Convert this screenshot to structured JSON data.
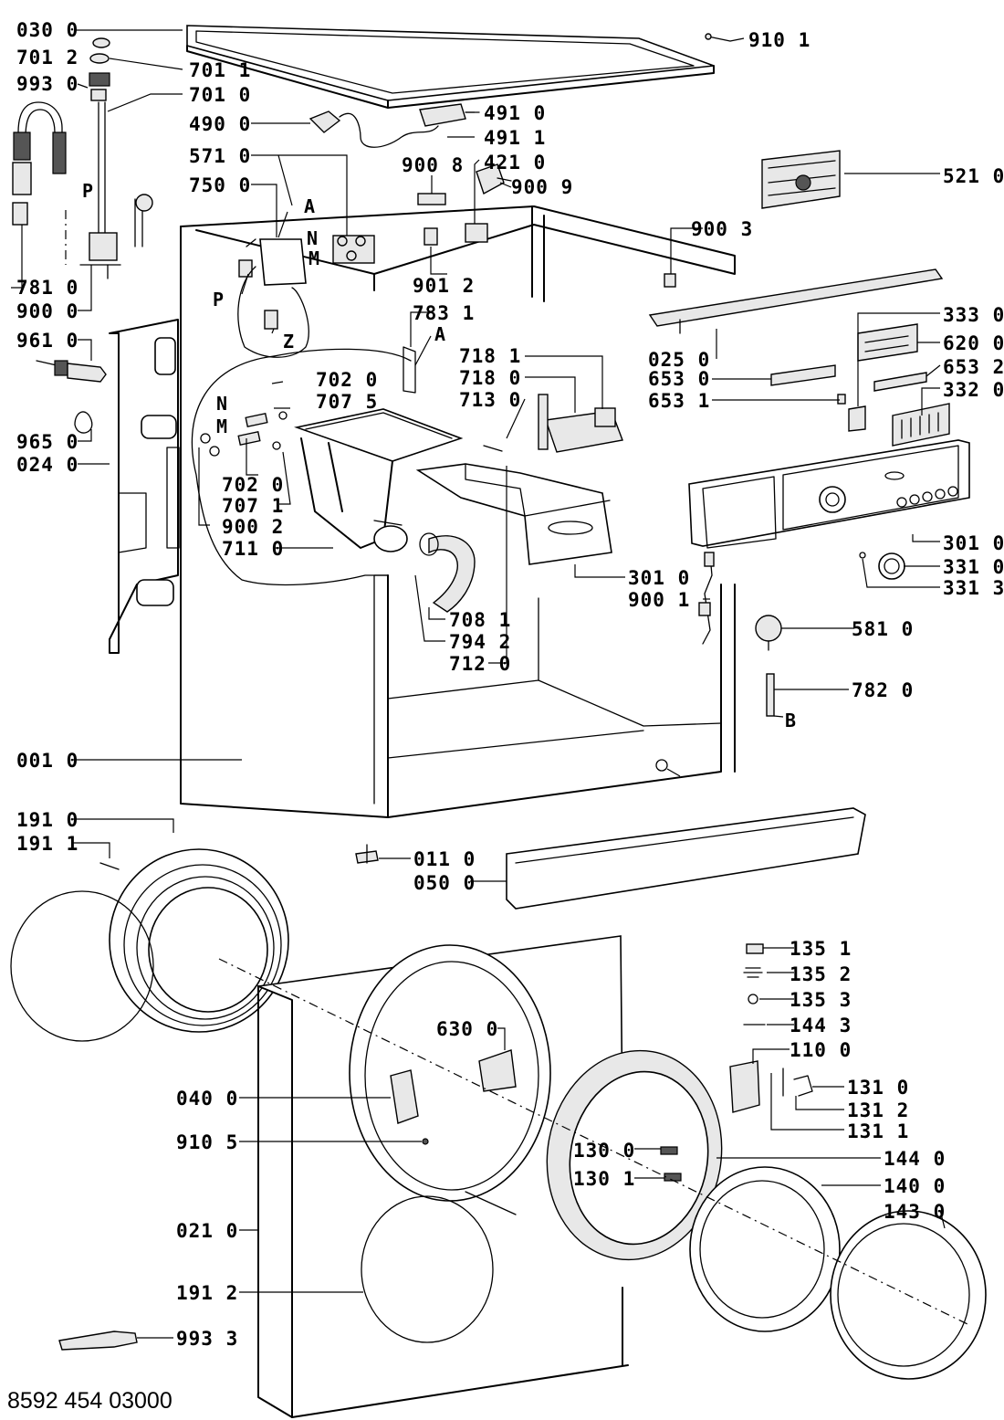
{
  "drawing_code": "8592 454 03000",
  "labels": [
    {
      "id": "l0300",
      "text": "030 0"
    },
    {
      "id": "l7012",
      "text": "701 2"
    },
    {
      "id": "l9930",
      "text": "993 0"
    },
    {
      "id": "l7011",
      "text": "701 1"
    },
    {
      "id": "l7010",
      "text": "701 0"
    },
    {
      "id": "l4900",
      "text": "490 0"
    },
    {
      "id": "l5710",
      "text": "571 0"
    },
    {
      "id": "l7500",
      "text": "750 0"
    },
    {
      "id": "l7810",
      "text": "781 0"
    },
    {
      "id": "l9000",
      "text": "900 0"
    },
    {
      "id": "l9610",
      "text": "961 0"
    },
    {
      "id": "l9650",
      "text": "965 0"
    },
    {
      "id": "l0240",
      "text": "024 0"
    },
    {
      "id": "l7020a",
      "text": "702 0"
    },
    {
      "id": "l7075",
      "text": "707 5"
    },
    {
      "id": "l7020b",
      "text": "702 0"
    },
    {
      "id": "l7071",
      "text": "707 1"
    },
    {
      "id": "l9002",
      "text": "900 2"
    },
    {
      "id": "l7110",
      "text": "711 0"
    },
    {
      "id": "l0010",
      "text": "001 0"
    },
    {
      "id": "l9101",
      "text": "910 1"
    },
    {
      "id": "l4910",
      "text": "491 0"
    },
    {
      "id": "l4911",
      "text": "491 1"
    },
    {
      "id": "l9008",
      "text": "900 8"
    },
    {
      "id": "l4210",
      "text": "421 0"
    },
    {
      "id": "l9009",
      "text": "900 9"
    },
    {
      "id": "l5210",
      "text": "521 0"
    },
    {
      "id": "l9003",
      "text": "900 3"
    },
    {
      "id": "l9012",
      "text": "901 2"
    },
    {
      "id": "l7831",
      "text": "783 1"
    },
    {
      "id": "l7181",
      "text": "718 1"
    },
    {
      "id": "l7180",
      "text": "718 0"
    },
    {
      "id": "l7130",
      "text": "713 0"
    },
    {
      "id": "l3330",
      "text": "333 0"
    },
    {
      "id": "l6200",
      "text": "620 0"
    },
    {
      "id": "l0250",
      "text": "025 0"
    },
    {
      "id": "l6530",
      "text": "653 0"
    },
    {
      "id": "l6532",
      "text": "653 2"
    },
    {
      "id": "l6531",
      "text": "653 1"
    },
    {
      "id": "l3320",
      "text": "332 0"
    },
    {
      "id": "l3010a",
      "text": "301 0"
    },
    {
      "id": "l3310",
      "text": "331 0"
    },
    {
      "id": "l3313",
      "text": "331 3"
    },
    {
      "id": "l3010b",
      "text": "301 0"
    },
    {
      "id": "l9001",
      "text": "900 1"
    },
    {
      "id": "l7081",
      "text": "708 1"
    },
    {
      "id": "l7942",
      "text": "794 2"
    },
    {
      "id": "l7120",
      "text": "712 0"
    },
    {
      "id": "l5810",
      "text": "581 0"
    },
    {
      "id": "l7820",
      "text": "782 0"
    },
    {
      "id": "l1910",
      "text": "191 0"
    },
    {
      "id": "l1911",
      "text": "191 1"
    },
    {
      "id": "l0110",
      "text": "011 0"
    },
    {
      "id": "l0500",
      "text": "050 0"
    },
    {
      "id": "l1351",
      "text": "135 1"
    },
    {
      "id": "l1352",
      "text": "135 2"
    },
    {
      "id": "l1353",
      "text": "135 3"
    },
    {
      "id": "l1443",
      "text": "144 3"
    },
    {
      "id": "l1100",
      "text": "110 0"
    },
    {
      "id": "l6300",
      "text": "630 0"
    },
    {
      "id": "l0400",
      "text": "040 0"
    },
    {
      "id": "l9105",
      "text": "910 5"
    },
    {
      "id": "l1300",
      "text": "130 0"
    },
    {
      "id": "l1301",
      "text": "130 1"
    },
    {
      "id": "l1310",
      "text": "131 0"
    },
    {
      "id": "l1312",
      "text": "131 2"
    },
    {
      "id": "l1311",
      "text": "131 1"
    },
    {
      "id": "l1440",
      "text": "144 0"
    },
    {
      "id": "l1400",
      "text": "140 0"
    },
    {
      "id": "l1430",
      "text": "143 0"
    },
    {
      "id": "l0210",
      "text": "021 0"
    },
    {
      "id": "l1912",
      "text": "191 2"
    },
    {
      "id": "l9933",
      "text": "993 3"
    }
  ],
  "letters": [
    {
      "id": "tP1",
      "text": "P"
    },
    {
      "id": "tA1",
      "text": "A"
    },
    {
      "id": "tN1",
      "text": "N"
    },
    {
      "id": "tM1",
      "text": "M"
    },
    {
      "id": "tP2",
      "text": "P"
    },
    {
      "id": "tZ",
      "text": "Z"
    },
    {
      "id": "tA2",
      "text": "A"
    },
    {
      "id": "tN2",
      "text": "N"
    },
    {
      "id": "tM2",
      "text": "M"
    },
    {
      "id": "tB",
      "text": "B"
    }
  ]
}
